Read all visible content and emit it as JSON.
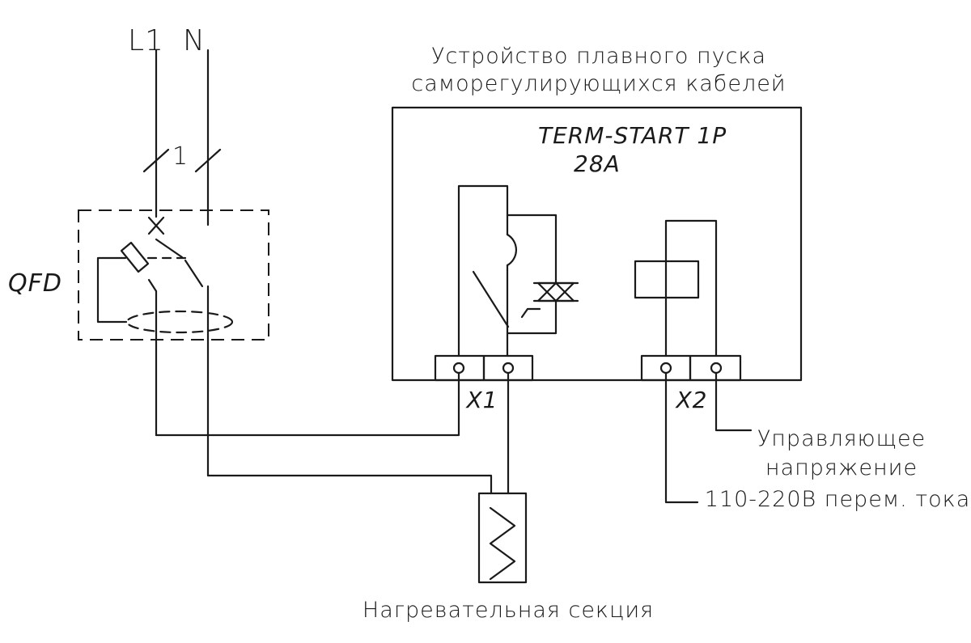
{
  "supply": {
    "phase": "L1",
    "neutral": "N",
    "line_count": "1"
  },
  "breaker": {
    "label": "QFD"
  },
  "device": {
    "title_line1": "Устройство плавного пуска",
    "title_line2": "саморегулирующихся кабелей",
    "model": "TERM-START 1P",
    "current": "28A"
  },
  "terminals": {
    "x1": "X1",
    "x2": "X2"
  },
  "control": {
    "line1": "Управляющее",
    "line2": "напряжение",
    "line3": "110-220В перем. тока"
  },
  "heater": {
    "label": "Нагревательная секция"
  }
}
